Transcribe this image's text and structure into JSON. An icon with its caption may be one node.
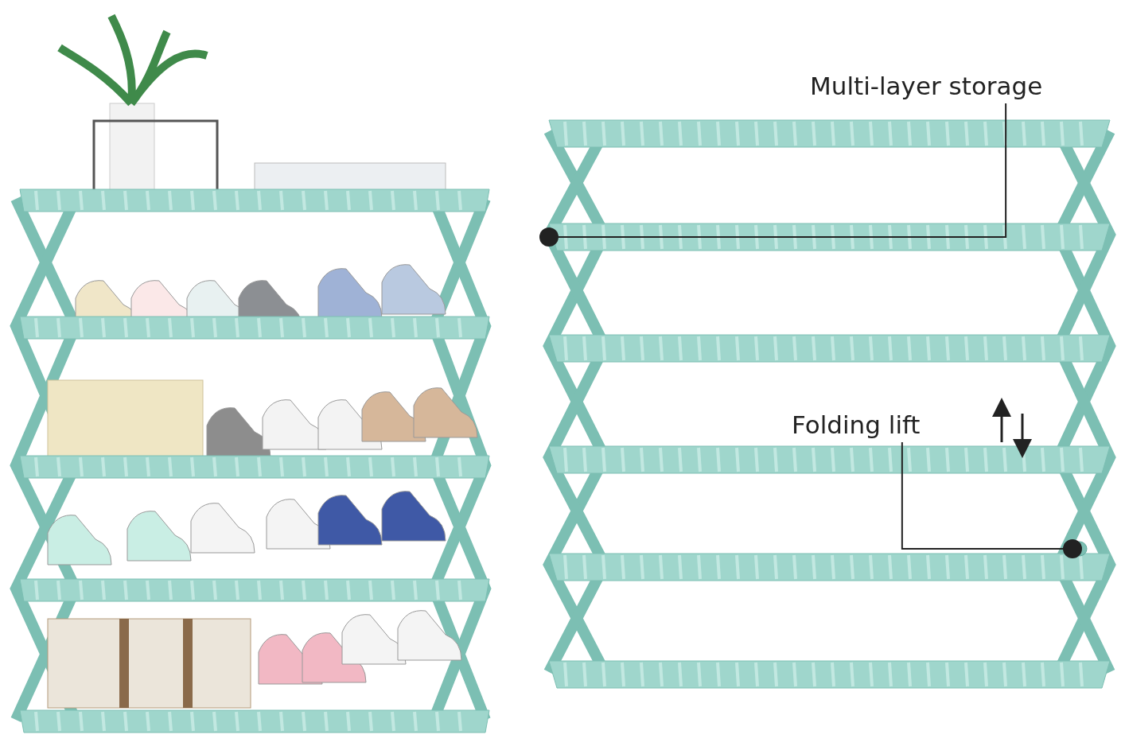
{
  "diagram": {
    "nodes": [
      {
        "text": [
          "Multi-layer storage"
        ]
      },
      {
        "text": [],
        "shape": "bar"
      },
      {
        "text": [
          "Folding lift"
        ]
      },
      {
        "text": [],
        "shape": "circle"
      }
    ],
    "edges": [
      {
        "from": 0,
        "to": 1,
        "arrow": "other"
      },
      {
        "from": 2,
        "to": 3,
        "arrow": "other"
      }
    ]
  }
}
